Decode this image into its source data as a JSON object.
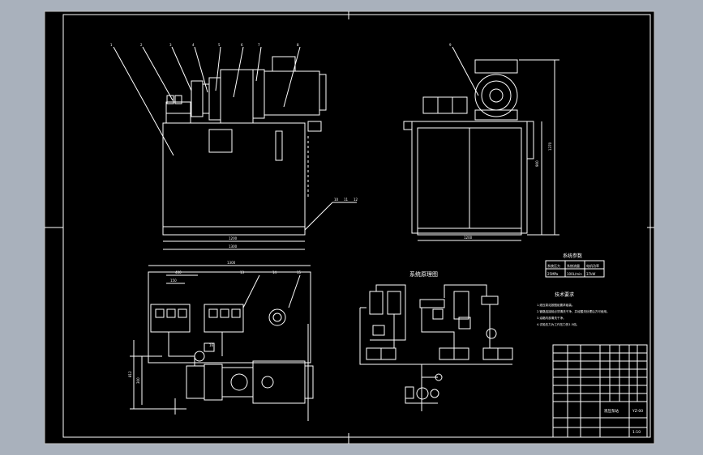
{
  "drawing": {
    "background_color": "#a9b1bc",
    "sheet_color": "#000000",
    "line_color": "#ffffff",
    "accent_color": "#d9d9d9",
    "views": {
      "front_view": {
        "name": "front-elevation"
      },
      "side_view": {
        "name": "side-elevation"
      },
      "plan_view": {
        "name": "top-plan"
      },
      "schematic": {
        "name": "hydraulic-schematic",
        "title": "系统原理图"
      }
    },
    "dimensions": {
      "front_width_1": "1200",
      "front_width_2": "1300",
      "side_width": "1200",
      "side_height_1": "900",
      "side_height_2": "1370",
      "plan_width": "1300",
      "plan_sub_1": "400",
      "plan_sub_2": "150",
      "plan_side_1": "812",
      "plan_side_2": "300"
    },
    "balloons": [
      "1",
      "2",
      "3",
      "4",
      "5",
      "6",
      "7",
      "8",
      "9",
      "10",
      "11",
      "12",
      "13",
      "14",
      "15",
      "16"
    ],
    "tech_table": {
      "title": "系统参数",
      "headers": [
        "系统压力",
        "系统流量",
        "电机功率"
      ],
      "values": [
        "25MPa",
        "100L/min",
        "37kW"
      ]
    },
    "tech_requirements": {
      "title": "技术要求",
      "items": [
        "1.液压泵站按图纸要求组装。",
        "2.管路连接前必须清洗干净，并经酸洗处理后方可使用。",
        "3.油箱内部清洗干净。",
        "4.试验压力为工作压力的1.5倍。"
      ]
    },
    "title_block": {
      "drawing_name": "液压泵站",
      "drawing_no": "YZ-00",
      "scale": "1:10"
    }
  }
}
